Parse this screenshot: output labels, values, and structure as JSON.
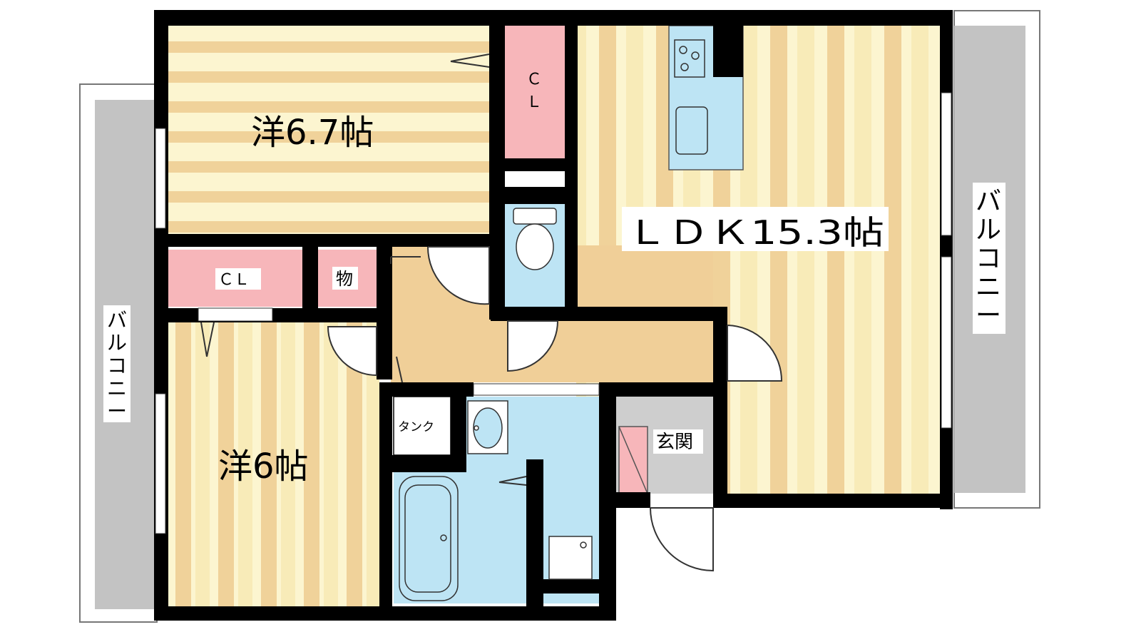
{
  "labels": {
    "bedroom_a": "洋6.7帖",
    "bedroom_b": "洋6帖",
    "ldk": "ＬＤＫ15.3帖",
    "closet_a": [
      "Ｃ",
      "Ｌ"
    ],
    "closet_b": "ＣＬ",
    "storage": "物",
    "tank": "タンク",
    "entrance": "玄関",
    "balcony_left": [
      "バ",
      "ル",
      "コ",
      "ニ",
      "ー"
    ],
    "balcony_right": [
      "バ",
      "ル",
      "コ",
      "ニ",
      "ー"
    ]
  },
  "colors": {
    "wall": "#000000",
    "floor_stripe_light": "#fcf5d0",
    "floor_stripe_dark": "#f0d29a",
    "hall_floor": "#f0cf98",
    "closet": "#f7b6ba",
    "wet_area": "#bde4f4",
    "balcony": "#c3c3c3",
    "entrance": "#cecece",
    "wood_stripe_mid": "#f8ebb8"
  }
}
